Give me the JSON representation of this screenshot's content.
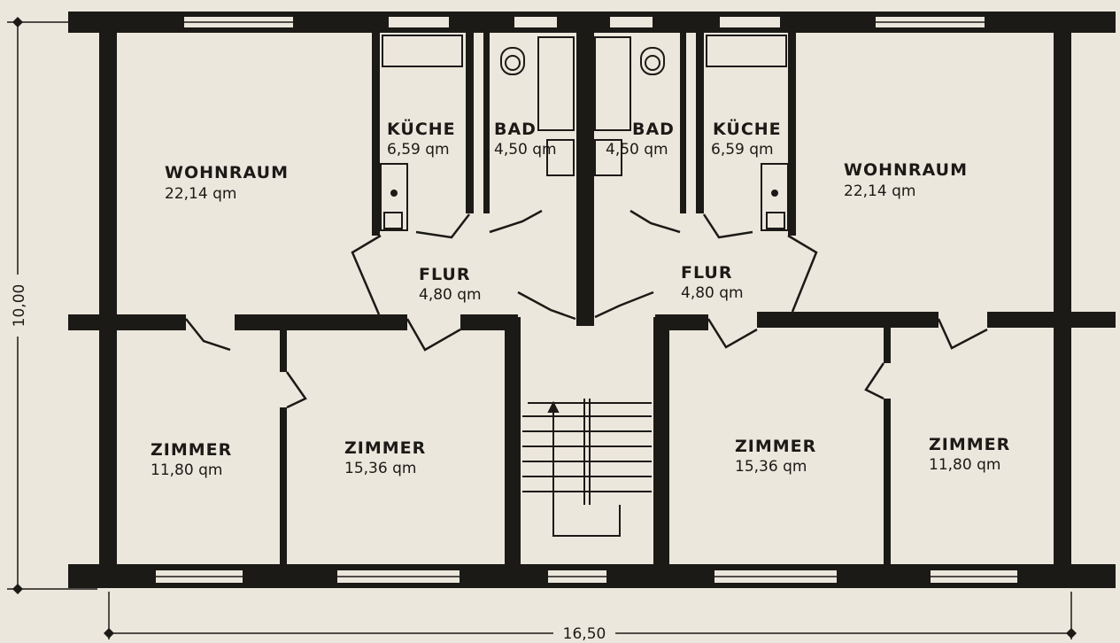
{
  "colors": {
    "paper": "#ece7dc",
    "ink": "#1c1a17"
  },
  "dimensions": {
    "width": "16,50",
    "height": "10,00"
  },
  "rooms": {
    "wohnraum_left": {
      "name": "WOHNRAUM",
      "area": "22,14 qm"
    },
    "kueche_left": {
      "name": "KÜCHE",
      "area": "6,59 qm"
    },
    "bad_left": {
      "name": "BAD",
      "area": "4,50 qm"
    },
    "bad_right": {
      "name": "BAD",
      "area": "4,50 qm"
    },
    "kueche_right": {
      "name": "KÜCHE",
      "area": "6,59 qm"
    },
    "wohnraum_right": {
      "name": "WOHNRAUM",
      "area": "22,14 qm"
    },
    "flur_left": {
      "name": "FLUR",
      "area": "4,80 qm"
    },
    "flur_right": {
      "name": "FLUR",
      "area": "4,80 qm"
    },
    "zimmer_1": {
      "name": "ZIMMER",
      "area": "11,80 qm"
    },
    "zimmer_2": {
      "name": "ZIMMER",
      "area": "15,36 qm"
    },
    "zimmer_3": {
      "name": "ZIMMER",
      "area": "15,36 qm"
    },
    "zimmer_4": {
      "name": "ZIMMER",
      "area": "11,80 qm"
    }
  }
}
